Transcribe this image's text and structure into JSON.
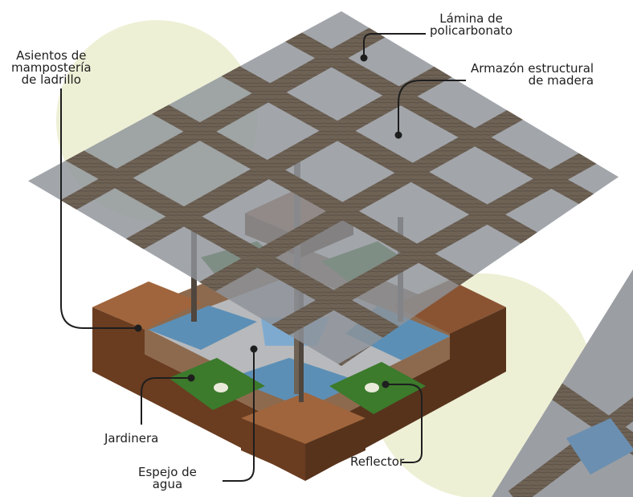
{
  "labels": {
    "lamina": [
      "Lámina de",
      "policarbonato"
    ],
    "armazon": [
      "Armazón estructural",
      "de madera"
    ],
    "asientos": [
      "Asientos de",
      "mampostería",
      "de ladrillo"
    ],
    "jardinera": [
      "Jardinera"
    ],
    "espejo": [
      "Espejo de",
      "agua"
    ],
    "reflector": [
      "Reflector"
    ]
  },
  "colors": {
    "roof_sheet": "#8e9299",
    "wood_beam": "#6e6255",
    "brick_top": "#a0653c",
    "brick_side": "#6a3c20",
    "planter": "#3c7a2c",
    "water": "#5c8fb6",
    "background_blob": "#eef0d6",
    "leader_line": "#1e1e1e"
  }
}
